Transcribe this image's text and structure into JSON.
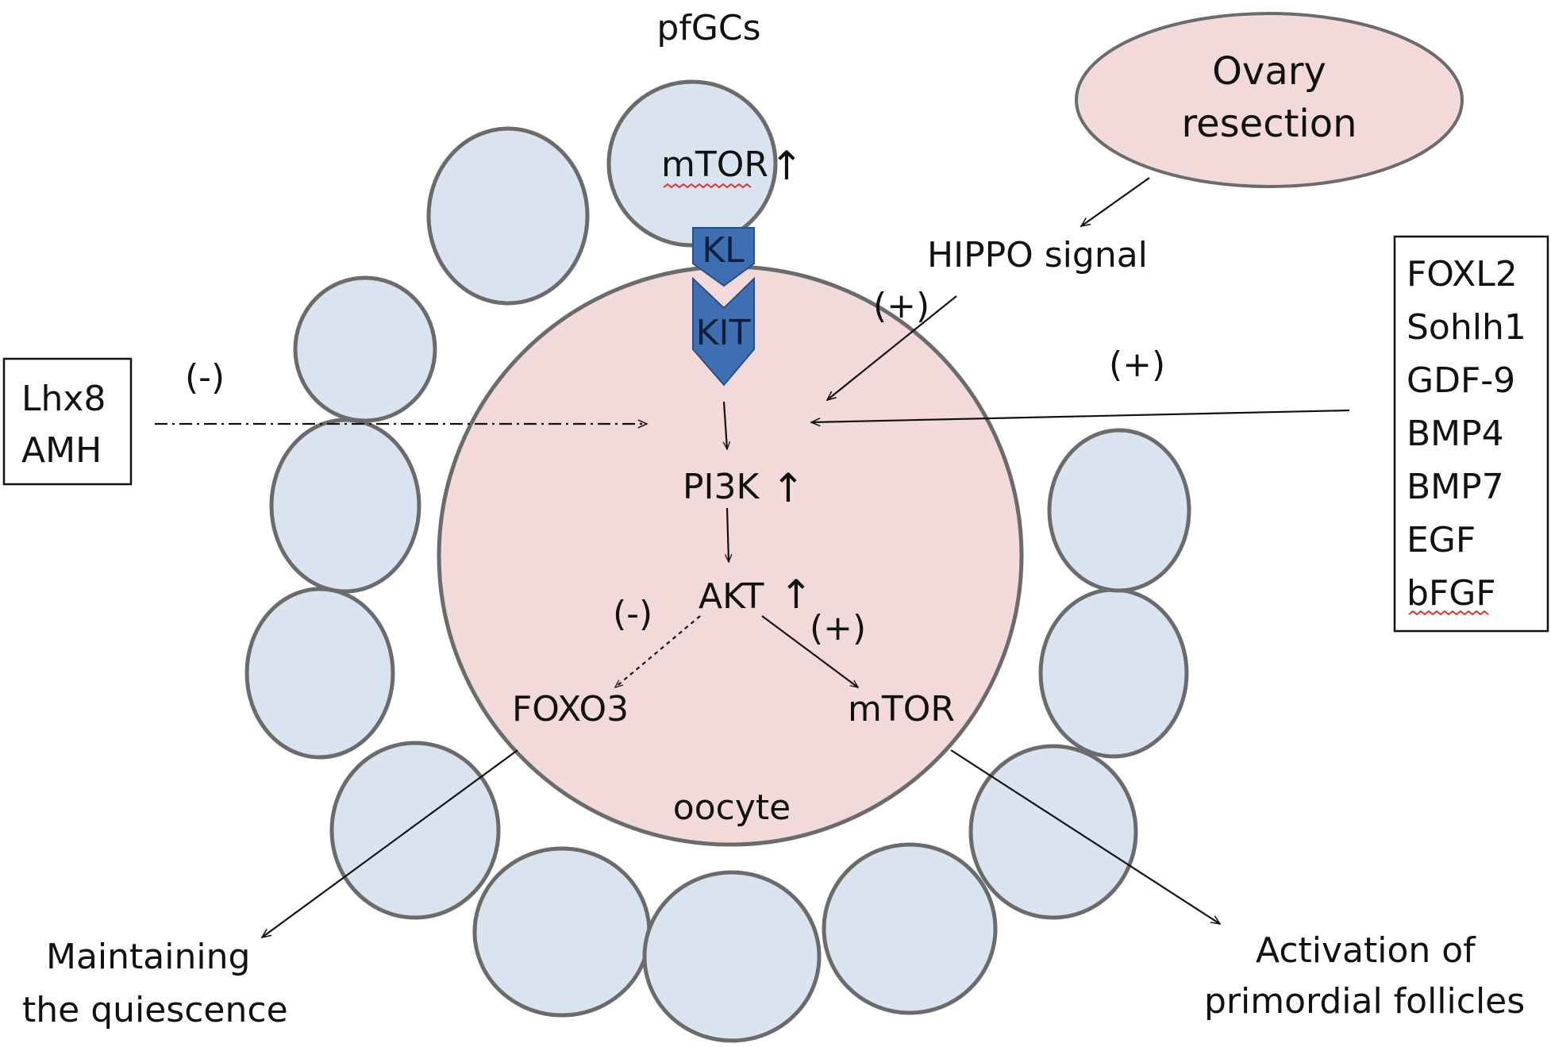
{
  "colors": {
    "granulosa_fill": "#dae4f0",
    "oocyte_fill": "#f3dada",
    "outline": "#6b6b6b",
    "receptor_blue": "#3f6fb3",
    "spellcheck_red": "#e0302a"
  },
  "labels": {
    "pfgcs": "pfGCs",
    "mtor_top": "mTOR",
    "up_arrow": "↑",
    "kl": "KL",
    "kit": "KIT",
    "ovary_line1": "Ovary",
    "ovary_line2": "resection",
    "hippo": "HIPPO signal",
    "plus_hippo": "(+)",
    "plus_right": "(+)",
    "minus_left": "(-)",
    "minus_akt": "(-)",
    "plus_akt": "(+)",
    "pi3k": "PI3K",
    "akt": "AKT",
    "foxo3": "FOXO3",
    "mtor_bottom": "mTOR",
    "oocyte": "oocyte",
    "maintain_line1": "Maintaining",
    "maintain_line2": "the quiescence",
    "activation_line1": "Activation of",
    "activation_line2": "primordial follicles"
  },
  "left_box": [
    "Lhx8",
    "AMH"
  ],
  "right_box": [
    "FOXL2",
    "Sohlh1",
    "GDF-9",
    "BMP4",
    "BMP7",
    "EGF",
    "bFGF"
  ]
}
